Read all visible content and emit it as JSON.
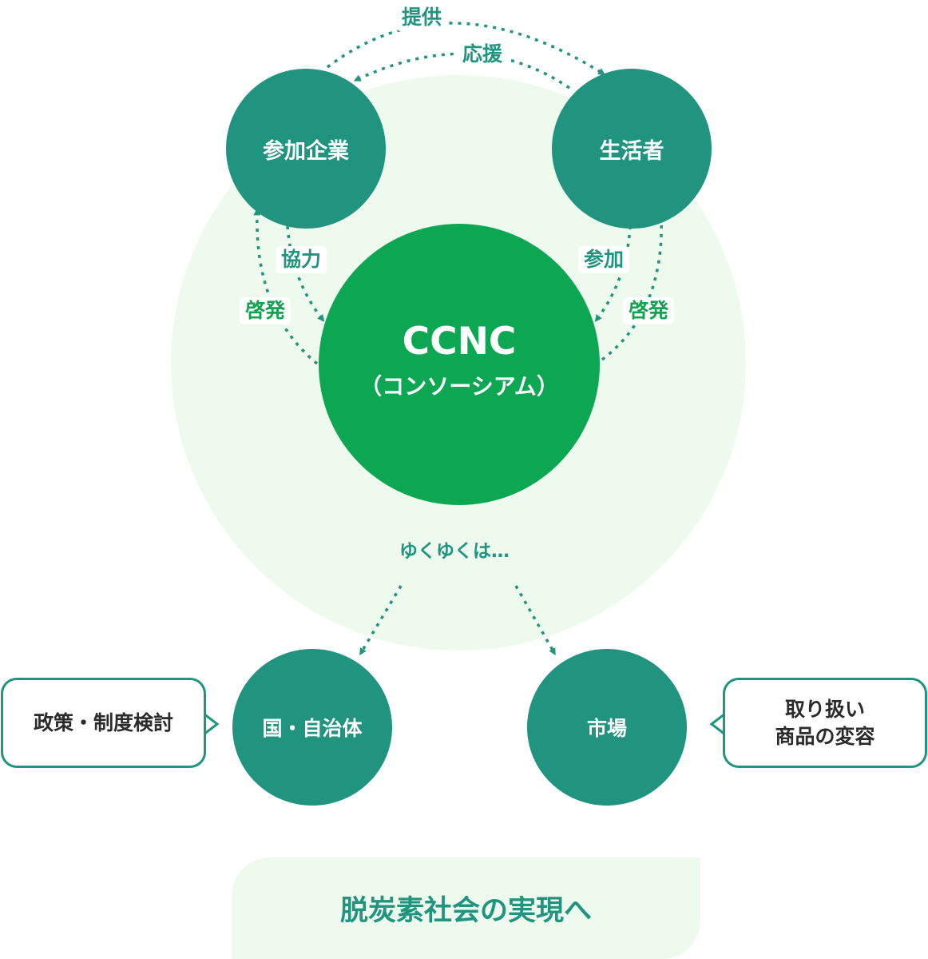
{
  "nodes": {
    "companies": "参加企業",
    "consumers": "生活者",
    "ccnc_title": "CCNC",
    "ccnc_sub": "（コンソーシアム）",
    "government": "国・自治体",
    "market": "市場"
  },
  "labels": {
    "provide": "提供",
    "support": "応援",
    "cooperate": "協力",
    "enlighten_left": "啓発",
    "participate": "参加",
    "enlighten_right": "啓発",
    "eventually": "ゆくゆくは…"
  },
  "bubbles": {
    "policy": "政策・制度検討",
    "products_line1": "取り扱い",
    "products_line2": "商品の変容"
  },
  "goal": "脱炭素社会の実現へ",
  "colors": {
    "teal": "#21947f",
    "green": "#0da653",
    "halo": "#eefaee"
  }
}
